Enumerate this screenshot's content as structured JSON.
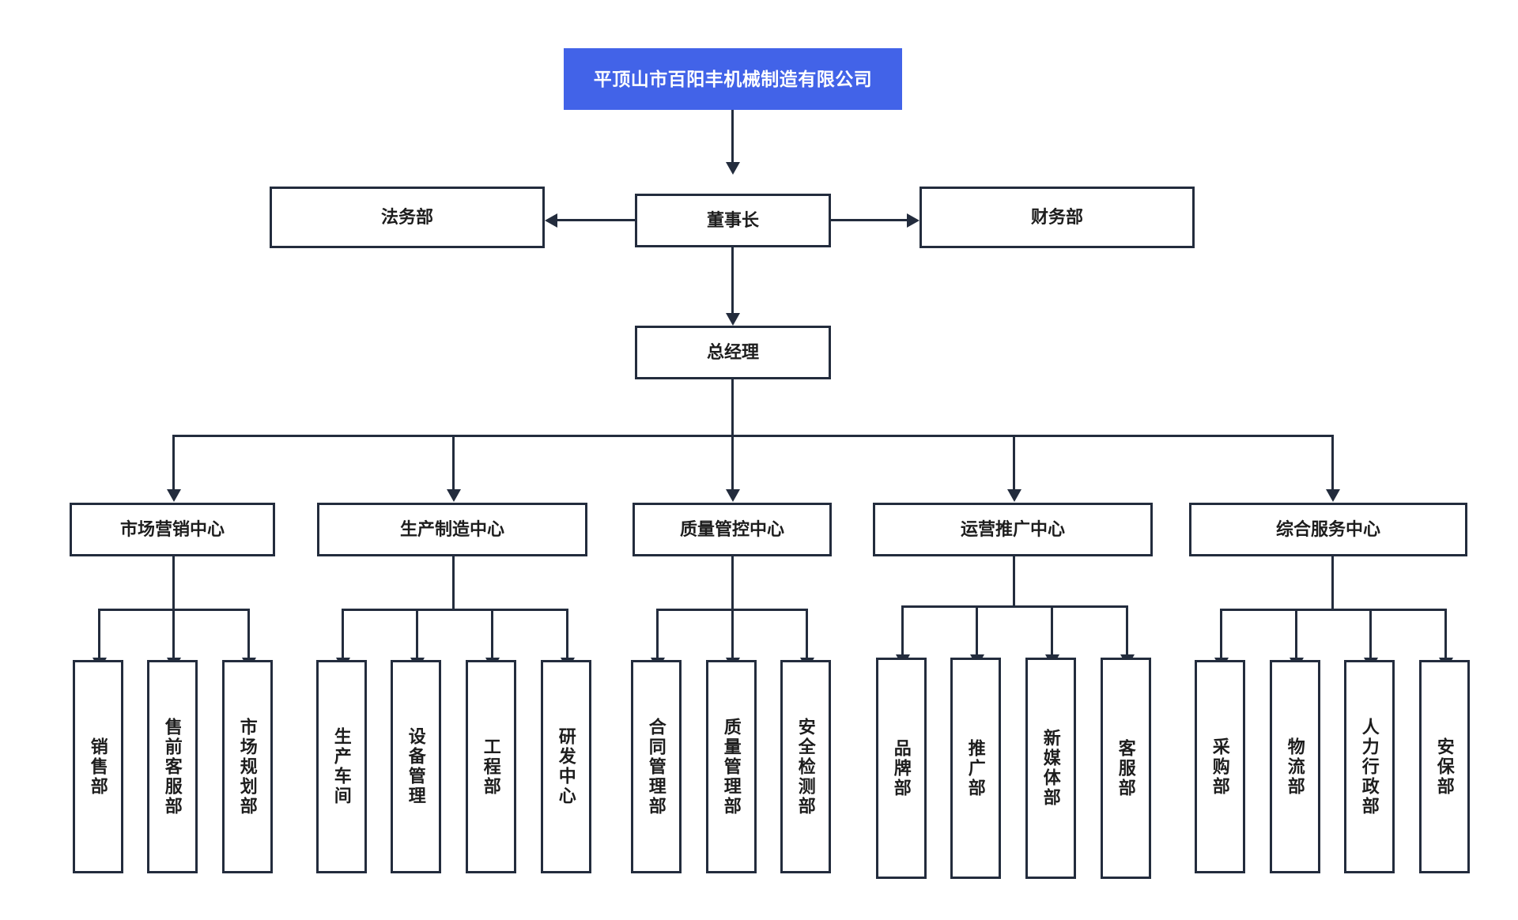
{
  "chart_meta": {
    "type": "org-chart",
    "title": "平顶山市百阳丰机械制造有限公司",
    "background": "#ffffff",
    "accent_color": "#4263e8",
    "line_color": "#232c3d",
    "text_color": "#1d1d1d",
    "root_text_color": "#ffffff"
  },
  "root": {
    "label": "平顶山市百阳丰机械制造有限公司"
  },
  "level2": {
    "chairman": "董事长",
    "legal": "法务部",
    "finance": "财务部"
  },
  "level3": {
    "general_manager": "总经理"
  },
  "centers": [
    {
      "label": "市场营销中心",
      "children": [
        "销售部",
        "售前客服部",
        "市场规划部"
      ]
    },
    {
      "label": "生产制造中心",
      "children": [
        "生产车间",
        "设备管理",
        "工程部",
        "研发中心"
      ]
    },
    {
      "label": "质量管控中心",
      "children": [
        "合同管理部",
        "质量管理部",
        "安全检测部"
      ]
    },
    {
      "label": "运营推广中心",
      "children": [
        "品牌部",
        "推广部",
        "新媒体部",
        "客服部"
      ]
    },
    {
      "label": "综合服务中心",
      "children": [
        "采购部",
        "物流部",
        "人力行政部",
        "安保部"
      ]
    }
  ]
}
